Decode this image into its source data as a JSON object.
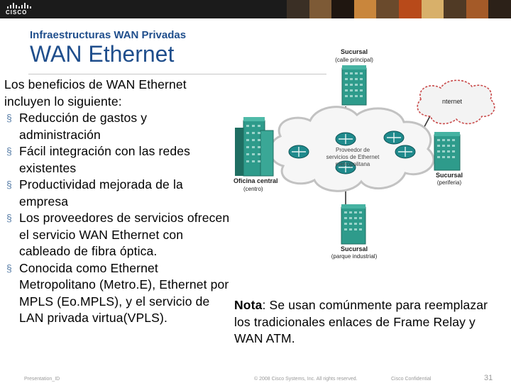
{
  "header": {
    "logo_text": "CISCO",
    "photo_colors": [
      "#3a2f25",
      "#7d5a36",
      "#1f1610",
      "#c9863c",
      "#6a4a2c",
      "#b84a1a",
      "#d8b06a",
      "#503a25",
      "#a45a28",
      "#2c2118"
    ]
  },
  "slide": {
    "subtitle": "Infraestructuras WAN Privadas",
    "title": "WAN Ethernet",
    "intro": "Los beneficios de WAN Ethernet incluyen lo siguiente:",
    "bullets": [
      "Reducción de gastos y administración",
      "Fácil integración con las redes existentes",
      "Productividad mejorada de la empresa",
      "Los proveedores de servicios ofrecen el servicio WAN Ethernet con cableado de fibra óptica.",
      "Conocida como Ethernet Metropolitano (Metro.E), Ethernet por MPLS (Eo.MPLS), y el servicio de LAN privada virtua(VPLS)."
    ],
    "note_label": "Nota",
    "note_text": ": Se usan comúnmente para reemplazar los tradicionales enlaces de Frame Relay y WAN ATM."
  },
  "diagram": {
    "branch_main_title": "Sucursal",
    "branch_main_sub": "(calle principal)",
    "internet_label": "nternet",
    "provider_label_1": "Proveedor de",
    "provider_label_2": "servicios de Ethernet",
    "provider_label_3": "metropolitana",
    "central_office_title": "Oficina central",
    "central_office_sub": "(centro)",
    "branch_periphery_title": "Sucursal",
    "branch_periphery_sub": "(periferia)",
    "branch_park_title": "Sucursal",
    "branch_park_sub": "(parque industrial)",
    "colors": {
      "building": "#2e9b8b",
      "building_dark": "#1f6e62",
      "router": "#1f8a8c",
      "cloud_edge": "#bcbcbc",
      "link": "#333333",
      "internet_edge": "#d04040"
    }
  },
  "footer": {
    "left": "Presentation_ID",
    "center": "© 2008 Cisco Systems, Inc. All rights reserved.",
    "right": "Cisco Confidential",
    "page": "31"
  }
}
